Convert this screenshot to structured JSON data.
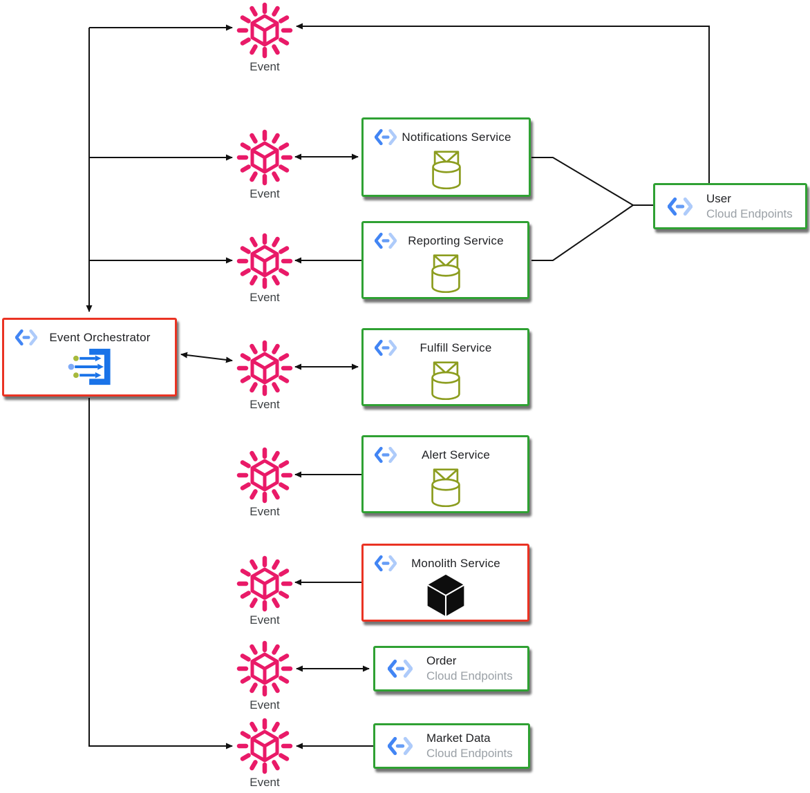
{
  "colors": {
    "event_pink": "#E91A68",
    "service_green": "#2FA133",
    "alert_red": "#EA3323",
    "queue_olive": "#8C9D1F",
    "monolith_black": "#0D0D0D",
    "endpoint_blue": "#4285F4",
    "endpoint_blue_mid": "#669DF6",
    "endpoint_blue_light": "#AECBFA",
    "tasks_blue": "#1A73E8",
    "tasks_dot_green": "#A6B93C",
    "tasks_dot_blue": "#7FABF8",
    "line_color": "#111111",
    "title_text": "#202124",
    "subtitle_gray": "#9AA0A6",
    "event_label": "#3C4043"
  },
  "events": [
    {
      "label": "Event"
    },
    {
      "label": "Event"
    },
    {
      "label": "Event"
    },
    {
      "label": "Event"
    },
    {
      "label": "Event"
    },
    {
      "label": "Event"
    },
    {
      "label": "Event"
    },
    {
      "label": "Event"
    }
  ],
  "nodes": {
    "orchestrator": {
      "title": "Event Orchestrator",
      "icon": "cloud-tasks-icon"
    },
    "notifications": {
      "title": "Notifications Service",
      "icon": "message-queue-icon"
    },
    "reporting": {
      "title": "Reporting Service",
      "icon": "message-queue-icon"
    },
    "fulfill": {
      "title": "Fulfill Service",
      "icon": "message-queue-icon"
    },
    "alert": {
      "title": "Alert Service",
      "icon": "message-queue-icon"
    },
    "monolith": {
      "title": "Monolith Service",
      "icon": "monolith-cube-icon"
    },
    "order": {
      "title": "Order",
      "subtitle": "Cloud Endpoints"
    },
    "market_data": {
      "title": "Market Data",
      "subtitle": "Cloud Endpoints"
    },
    "user": {
      "title": "User",
      "subtitle": "Cloud Endpoints"
    }
  }
}
